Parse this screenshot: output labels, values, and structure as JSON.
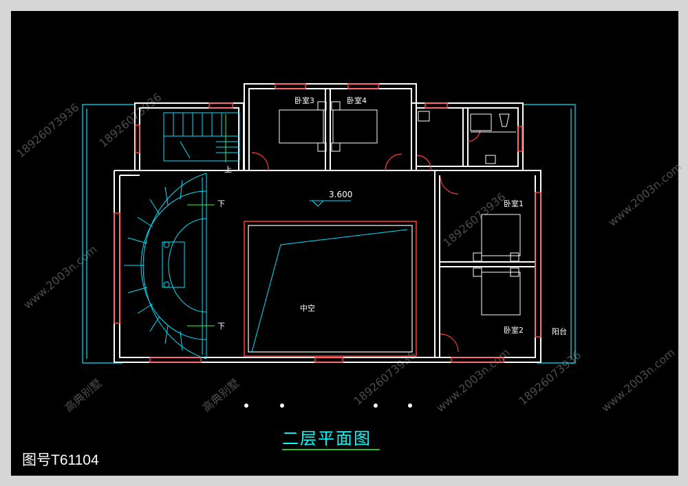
{
  "title": "二层平面图",
  "drawing_number": "图号T61104",
  "elevation": "3.600",
  "rooms": {
    "bedroom1": "卧室1",
    "bedroom2": "卧室2",
    "bedroom3": "卧室3",
    "bedroom4": "卧室4",
    "void": "中空",
    "balcony": "阳台"
  },
  "stair_labels": {
    "up": "上",
    "down_upper": "下",
    "down_lower": "下"
  },
  "watermarks": {
    "phone": "18926073936",
    "site": "www.2003n.com",
    "brand": "高典别墅"
  },
  "colors": {
    "background": "#000000",
    "frame": "#d6d6d6",
    "wall": "#ffffff",
    "window": "#ff3b3b",
    "cyan": "#00e5ff",
    "green": "#33ff33",
    "title": "#00ffff"
  }
}
